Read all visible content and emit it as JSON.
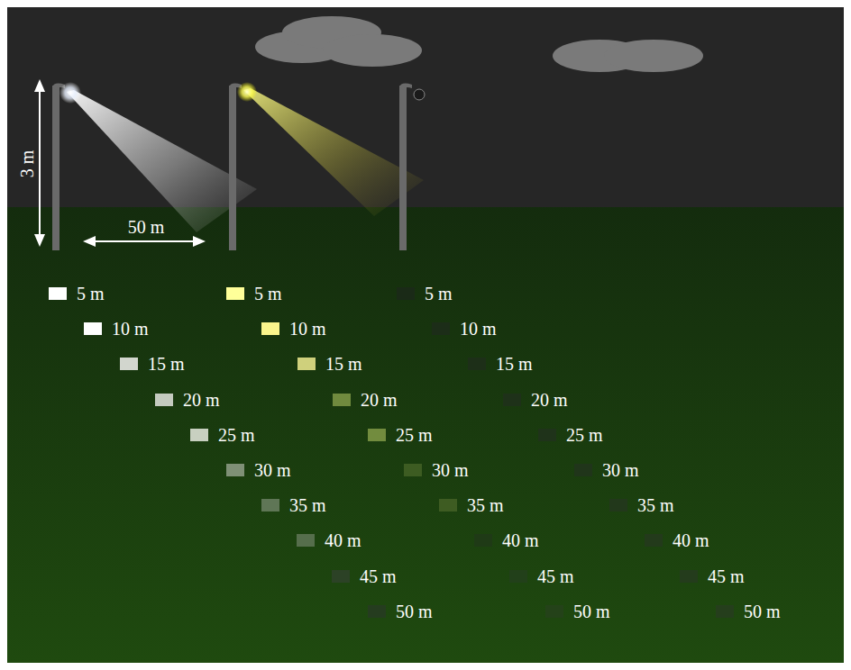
{
  "diagram": {
    "labels": [
      "3 m",
      "50 m",
      "5 m",
      "10 m",
      "15 m",
      "20 m",
      "25 m",
      "30 m",
      "35 m",
      "40 m",
      "45 m",
      "50 m",
      "5 m",
      "10 m",
      "15 m",
      "20 m",
      "25 m",
      "30 m",
      "35 m",
      "40 m",
      "45 m",
      "50 m",
      "5 m",
      "10 m",
      "15 m",
      "20 m",
      "25 m",
      "30 m",
      "35 m",
      "40 m",
      "45 m",
      "50 m"
    ]
  }
}
